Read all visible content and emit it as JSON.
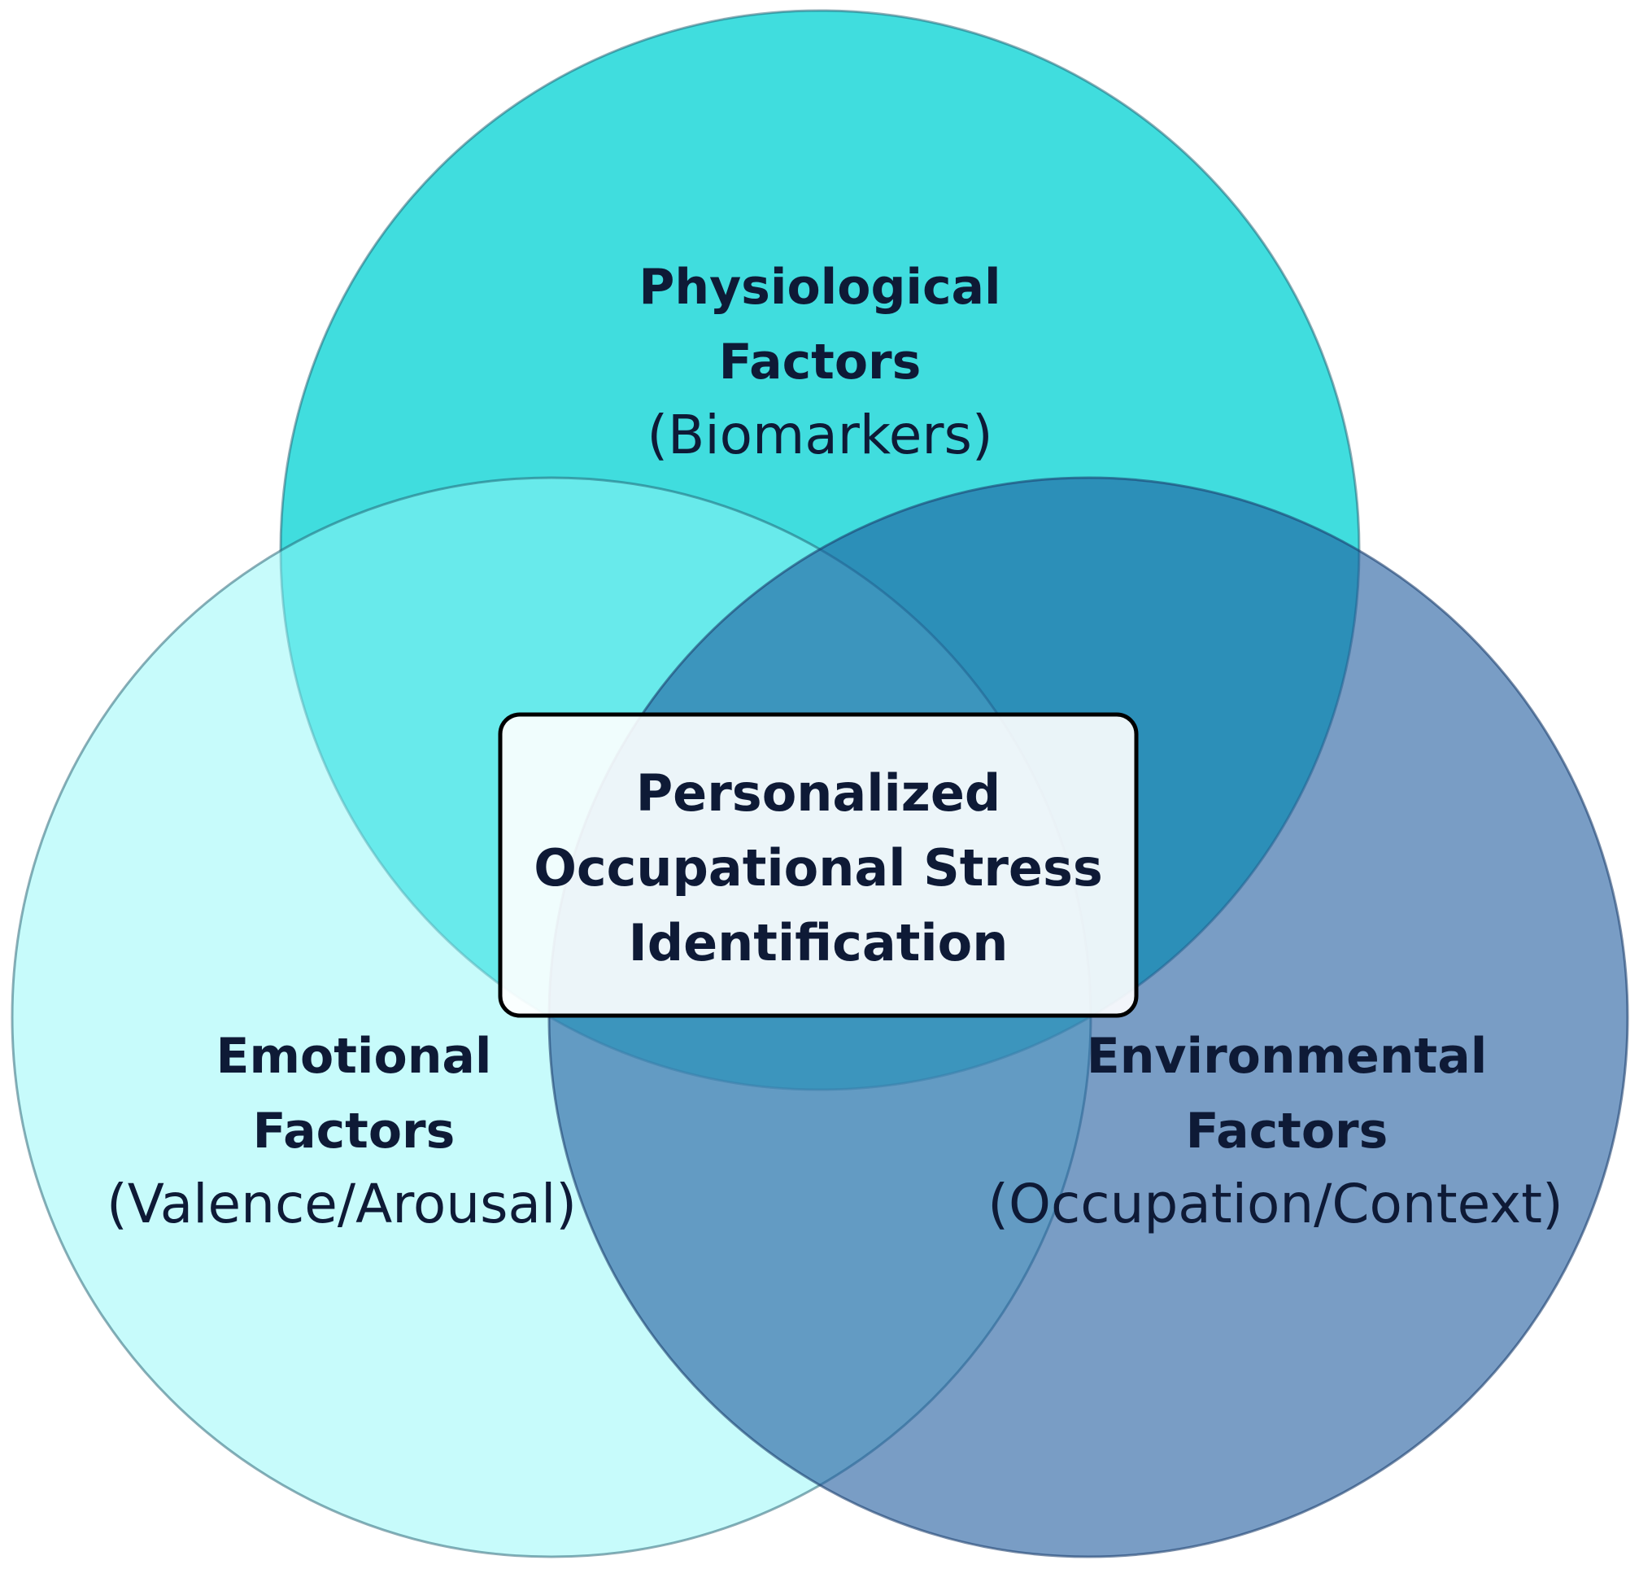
{
  "diagram": {
    "sets": [
      {
        "id": "physiological",
        "title_line1": "Physiological",
        "title_line2": "Factors",
        "subtitle": "(Biomarkers)",
        "color": "#00d2d3"
      },
      {
        "id": "emotional",
        "title_line1": "Emotional",
        "title_line2": "Factors",
        "subtitle": "(Valence/Arousal)",
        "color": "#8ff8f8"
      },
      {
        "id": "environmental",
        "title_line1": "Environmental",
        "title_line2": "Factors",
        "subtitle": "(Occupation/Context)",
        "color": "#2f6aa8"
      }
    ],
    "center": {
      "line1": "Personalized",
      "line2": "Occupational Stress",
      "line3": "Identification"
    },
    "text_color": "#0e1a36",
    "center_box_fill": "#ffffff"
  }
}
